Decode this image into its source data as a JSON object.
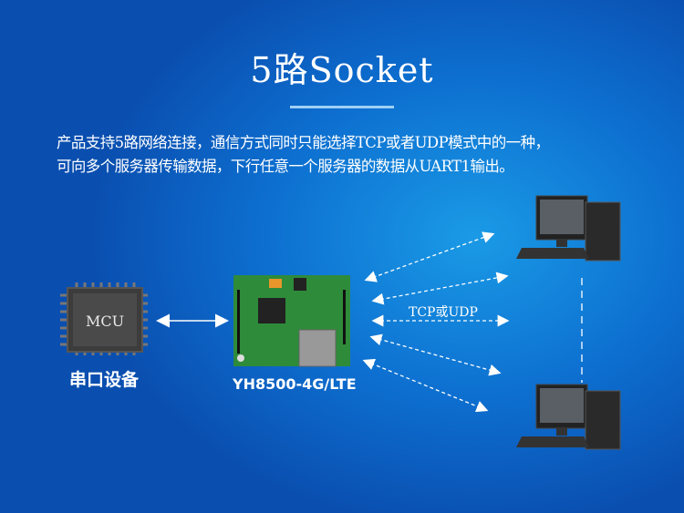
{
  "title": "5路Socket",
  "description": [
    "产品支持5路网络连接，通信方式同时只能选择TCP或者UDP模式中的一种，",
    "可向多个服务器传输数据，下行任意一个服务器的数据从UART1输出。"
  ],
  "mcu": {
    "chip_text": "MCU",
    "label": "串口设备"
  },
  "module": {
    "label": "YH8500-4G/LTE"
  },
  "link": {
    "protocol_label": "TCP或UDP"
  },
  "colors": {
    "background": "#0d6fd0",
    "board": "#2e8b3a",
    "text": "#ffffff"
  }
}
